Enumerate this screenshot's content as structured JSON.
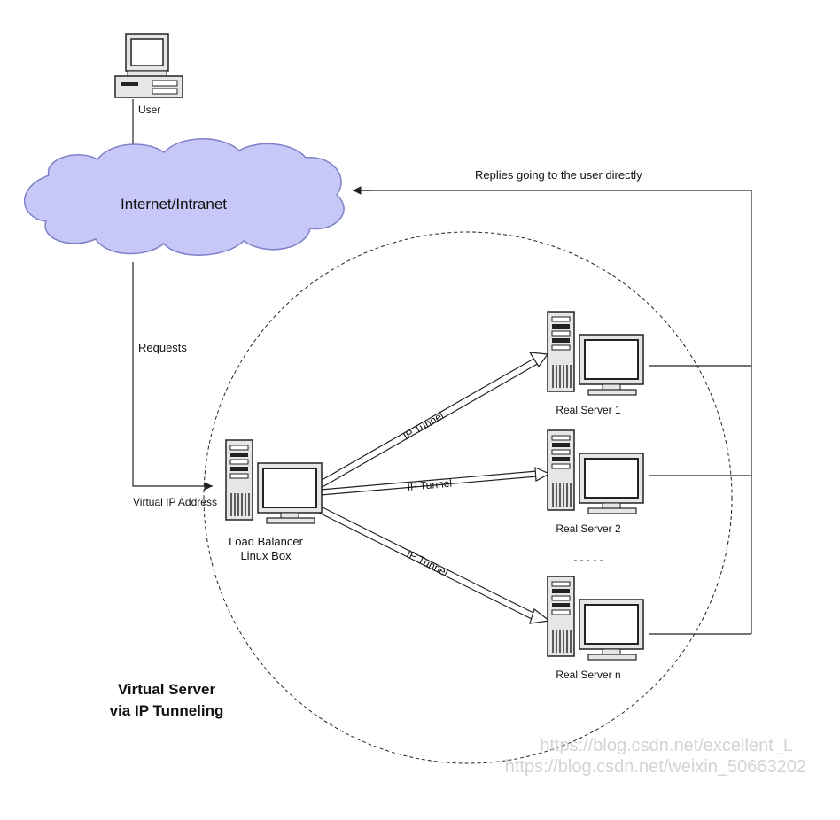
{
  "labels": {
    "user": "User",
    "cloud": "Internet/Intranet",
    "replies": "Replies going to the user directly",
    "requests": "Requests",
    "virtual_ip": "Virtual IP Address",
    "load_balancer_line1": "Load Balancer",
    "load_balancer_line2": "Linux Box",
    "real_server_1": "Real Server 1",
    "real_server_2": "Real Server 2",
    "real_server_n": "Real Server n",
    "ellipsis": "- - - - -",
    "tunnel": "IP Tunnel",
    "title_line1": "Virtual Server",
    "title_line2": "via IP Tunneling"
  },
  "watermark": {
    "line1": "https://blog.csdn.net/excellent_L",
    "line2": "https://blog.csdn.net/weixin_50663202"
  },
  "colors": {
    "cloud_fill": "#c8c8f8",
    "cloud_stroke": "#8080c8",
    "line": "#222222",
    "monitor_screen": "#ffffff",
    "device_body": "#e6e6e6"
  },
  "icons": [
    "computer-icon",
    "server-icon",
    "cloud-icon",
    "arrow-icon"
  ]
}
